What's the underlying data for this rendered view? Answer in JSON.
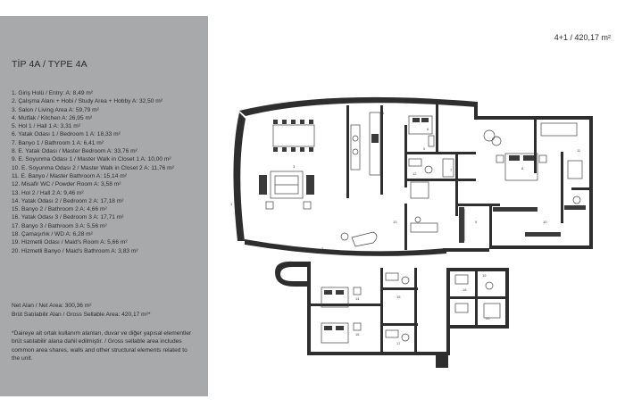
{
  "unit_type": "4+1 / 420,17 m²",
  "title": "TİP 4A / TYPE 4A",
  "rooms": [
    "1. Giriş Holü / Entry: A: 8,49 m²",
    "2. Çalışma Alanı + Hobi / Study Area + Hobby A: 32,50 m²",
    "3. Salon / Living Area A: 59,79 m²",
    "4. Mutfak / Kitchen A: 26,95 m²",
    "5. Hol 1 / Hall 1 A: 3,31 m²",
    "6. Yatak Odası 1 / Bedroom 1 A: 18,33 m²",
    "7. Banyo 1 / Bathroom 1 A: 6,41 m²",
    "8. E. Yatak Odası / Master Bedroom A: 33,76 m²",
    "9. E. Soyunma Odası 1 / Master Walk in Closet 1 A: 10,00 m²",
    "10. E. Soyunma Odası 2 / Master Walk in Closet 2 A: 11,76 m²",
    "11. E. Banyo / Master Bathroom A: 15,14 m²",
    "12. Misafir WC / Powder Room A: 3,58 m²",
    "13. Hol 2 / Hall 2 A: 9,46 m²",
    "14. Yatak Odası 2 / Bedroom 2 A: 17,18 m²",
    "15. Banyo 2 / Bathroom 2 A: 4,66 m²",
    "16. Yatak Odası 3 / Bedroom 3 A: 17,71 m²",
    "17. Banyo 3 / Bathroom 3 A: 5,56 m²",
    "18. Çamaşırlık / WD A: 6,28 m²",
    "19. Hizmetli Odası / Maid's Room A: 5,66 m²",
    "20. Hizmetli Banyo / Maid's Bathroom A: 3,83 m²"
  ],
  "net_area": "Net Alan / Net Area: 300,36 m²",
  "gross_area": "Brüt Satılabilir Alan / Gross Sellable Area: 420,17 m²*",
  "note": "*Daireye ait ortak kullanım alanları, duvar ve diğer yapısal elementler brüt satılabilir alana dahil edilmiştir. / Gross sellable area includes common area shares, walls and other structural elements related to the unit.",
  "room_numbers": [
    "1",
    "2",
    "3",
    "4",
    "5",
    "6",
    "7",
    "8",
    "9",
    "10",
    "11",
    "12",
    "13",
    "14",
    "15",
    "16",
    "17",
    "18",
    "19",
    "20"
  ],
  "colors": {
    "sidebar": "#a7a9ab",
    "text": "#2b2b2b",
    "walls": "#2e2e2e"
  }
}
